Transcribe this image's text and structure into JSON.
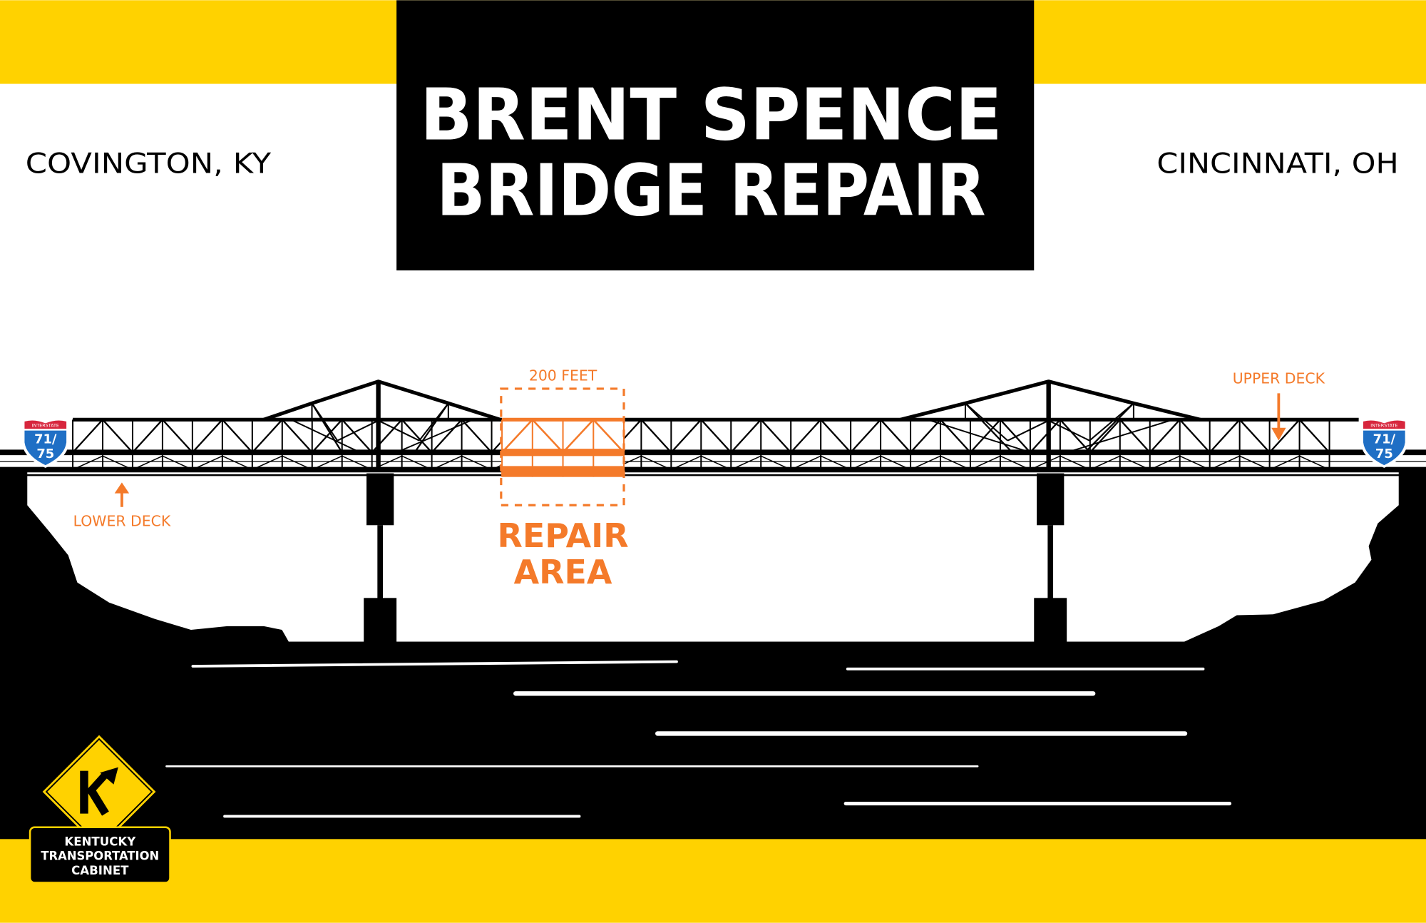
{
  "title": {
    "line1": "BRENT SPENCE",
    "line2": "BRIDGE REPAIR"
  },
  "locations": {
    "left": "COVINGTON, KY",
    "right": "CINCINNATI, OH"
  },
  "labels": {
    "span_length": "200 FEET",
    "repair_line1": "REPAIR",
    "repair_line2": "AREA",
    "lower_deck": "LOWER DECK",
    "upper_deck": "UPPER DECK"
  },
  "shield": {
    "top": "INTERSTATE",
    "line1": "71/",
    "line2": "75"
  },
  "logo": {
    "letter": "K",
    "line1": "KENTUCKY",
    "line2": "TRANSPORTATION",
    "line3": "CABINET"
  },
  "colors": {
    "yellow": "#FFD200",
    "black": "#000000",
    "orange": "#F47A2A",
    "shield_blue": "#1F6FC5",
    "shield_red": "#D7263D"
  }
}
